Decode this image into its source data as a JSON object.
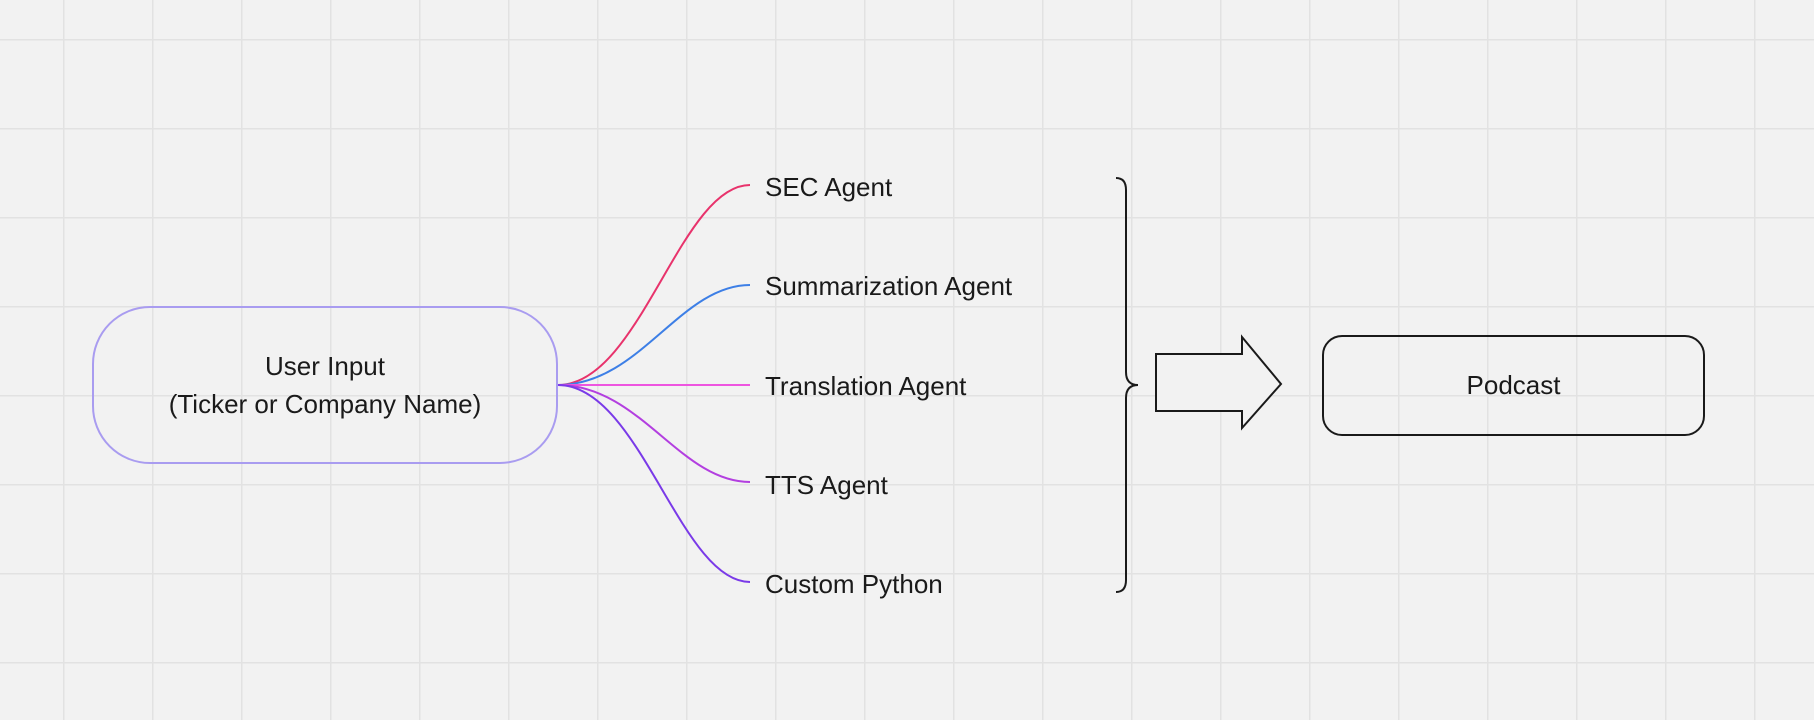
{
  "diagram": {
    "input_node": {
      "line1": "User Input",
      "line2": "(Ticker or Company Name)",
      "border_color": "#a99cf0"
    },
    "branches": [
      {
        "label": "SEC Agent",
        "color": "#e8336c"
      },
      {
        "label": "Summarization Agent",
        "color": "#3d7fe6"
      },
      {
        "label": "Translation Agent",
        "color": "#ee55e0"
      },
      {
        "label": "TTS Agent",
        "color": "#b33fe0"
      },
      {
        "label": "Custom Python",
        "color": "#7a3ae8"
      }
    ],
    "brace_icon": "right-curly-brace",
    "arrow_icon": "right-arrow-outline",
    "output_node": {
      "label": "Podcast"
    }
  }
}
